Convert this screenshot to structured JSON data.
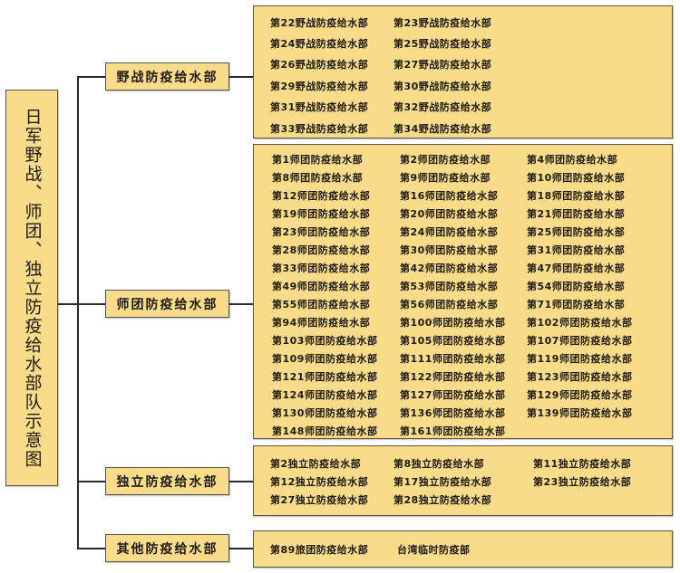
{
  "root": {
    "title": "日军野战、师团、独立防疫给水部队示意图"
  },
  "colors": {
    "box_fill": "#f8dc8a",
    "box_border": "#5a5448",
    "line": "#2a2a2a",
    "text": "#1e1a12"
  },
  "categories": [
    {
      "label": "野战防疫给水部",
      "items": [
        "第22野战防疫给水部",
        "第23野战防疫给水部",
        "第24野战防疫给水部",
        "第25野战防疫给水部",
        "第26野战防疫给水部",
        "第27野战防疫给水部",
        "第29野战防疫给水部",
        "第30野战防疫给水部",
        "第31野战防疫给水部",
        "第32野战防疫给水部",
        "第33野战防疫给水部",
        "第34野战防疫给水部"
      ]
    },
    {
      "label": "师团防疫给水部",
      "items": [
        "第1师团防疫给水部",
        "第2师团防疫给水部",
        "第4师团防疫给水部",
        "第8师团防疫给水部",
        "第9师团防疫给水部",
        "第10师团防疫给水部",
        "第12师团防疫给水部",
        "第16师团防疫给水部",
        "第18师团防疫给水部",
        "第19师团防疫给水部",
        "第20师团防疫给水部",
        "第21师团防疫给水部",
        "第23师团防疫给水部",
        "第24师团防疫给水部",
        "第25师团防疫给水部",
        "第28师团防疫给水部",
        "第30师团防疫给水部",
        "第31师团防疫给水部",
        "第33师团防疫给水部",
        "第42师团防疫给水部",
        "第47师团防疫给水部",
        "第49师团防疫给水部",
        "第53师团防疫给水部",
        "第54师团防疫给水部",
        "第55师团防疫给水部",
        "第56师团防疫给水部",
        "第71师团防疫给水部",
        "第94师团防疫给水部",
        "第100师团防疫给水部",
        "第102师团防疫给水部",
        "第103师团防疫给水部",
        "第105师团防疫给水部",
        "第107师团防疫给水部",
        "第109师团防疫给水部",
        "第111师团防疫给水部",
        "第119师团防疫给水部",
        "第121师团防疫给水部",
        "第122师团防疫给水部",
        "第123师团防疫给水部",
        "第124师团防疫给水部",
        "第127师团防疫给水部",
        "第129师团防疫给水部",
        "第130师团防疫给水部",
        "第136师团防疫给水部",
        "第139师团防疫给水部",
        "第148师团防疫给水部",
        "第161师团防疫给水部"
      ]
    },
    {
      "label": "独立防疫给水部",
      "items": [
        "第2独立防疫给水部",
        "第8独立防疫给水部",
        "第11独立防疫给水部",
        "第12独立防疫给水部",
        "第17独立防疫给水部",
        "第23独立防疫给水部",
        "第27独立防疫给水部",
        "第28独立防疫给水部"
      ]
    },
    {
      "label": "其他防疫给水部",
      "items": [
        "第89旅团防疫给水部",
        "台湾临时防疫部"
      ]
    }
  ]
}
